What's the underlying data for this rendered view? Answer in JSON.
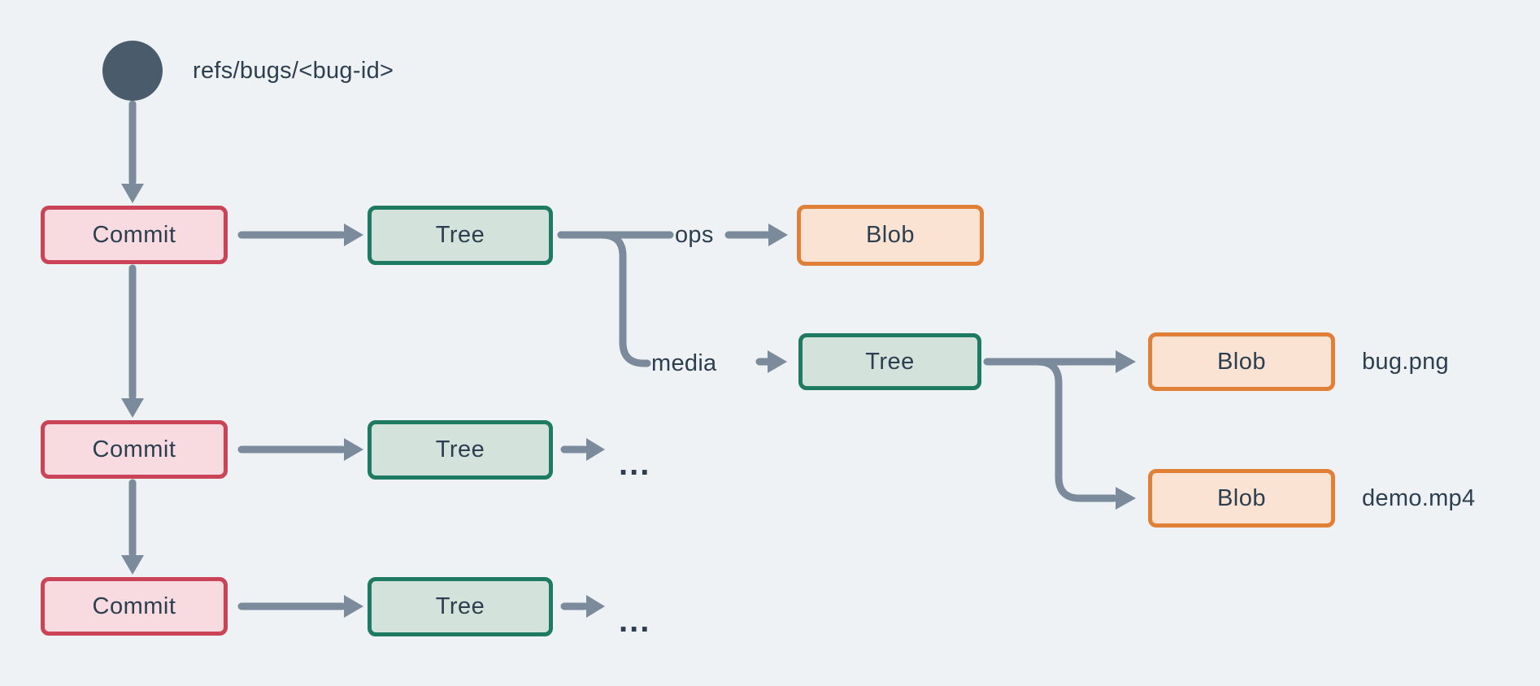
{
  "diagram": {
    "ref_label": "refs/bugs/<bug-id>",
    "commit_label": "Commit",
    "tree_label": "Tree",
    "blob_label": "Blob",
    "ops_label": "ops",
    "media_label": "media",
    "bug_file_label": "bug.png",
    "demo_file_label": "demo.mp4",
    "ellipsis": "..."
  },
  "colors": {
    "background": "#eef2f5",
    "ref_circle": "#4a5b6c",
    "connector": "#7b8b9b",
    "text": "#2d3e4f",
    "commit_fill": "#f7dbe0",
    "commit_border": "#cb4356",
    "tree_fill": "#d3e3dc",
    "tree_border": "#1e7a61",
    "blob_fill": "#fae3d3",
    "blob_border": "#e08038"
  }
}
